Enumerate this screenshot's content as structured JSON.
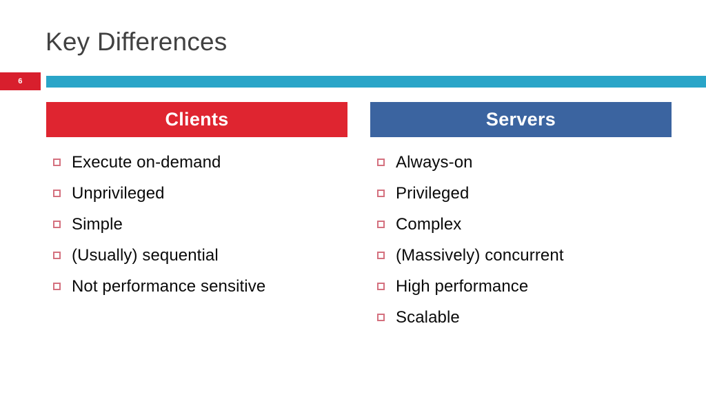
{
  "slide": {
    "title": "Key Differences",
    "slide_number": "6",
    "accent_colors": {
      "teal_bar": "#2AA5C8",
      "badge_red": "#D81F2D",
      "clients_header_red": "#DF2530",
      "servers_header_blue": "#3B64A0",
      "bullet_marker_rose": "#D4707E",
      "title_gray": "#414141",
      "body_text": "#0A0A0A",
      "background": "#FFFFFF"
    }
  },
  "columns": [
    {
      "header": "Clients",
      "items": [
        "Execute on-demand",
        "Unprivileged",
        "Simple",
        "(Usually) sequential",
        "Not performance sensitive"
      ]
    },
    {
      "header": "Servers",
      "items": [
        "Always-on",
        "Privileged",
        "Complex",
        "(Massively) concurrent",
        "High performance",
        "Scalable"
      ]
    }
  ]
}
